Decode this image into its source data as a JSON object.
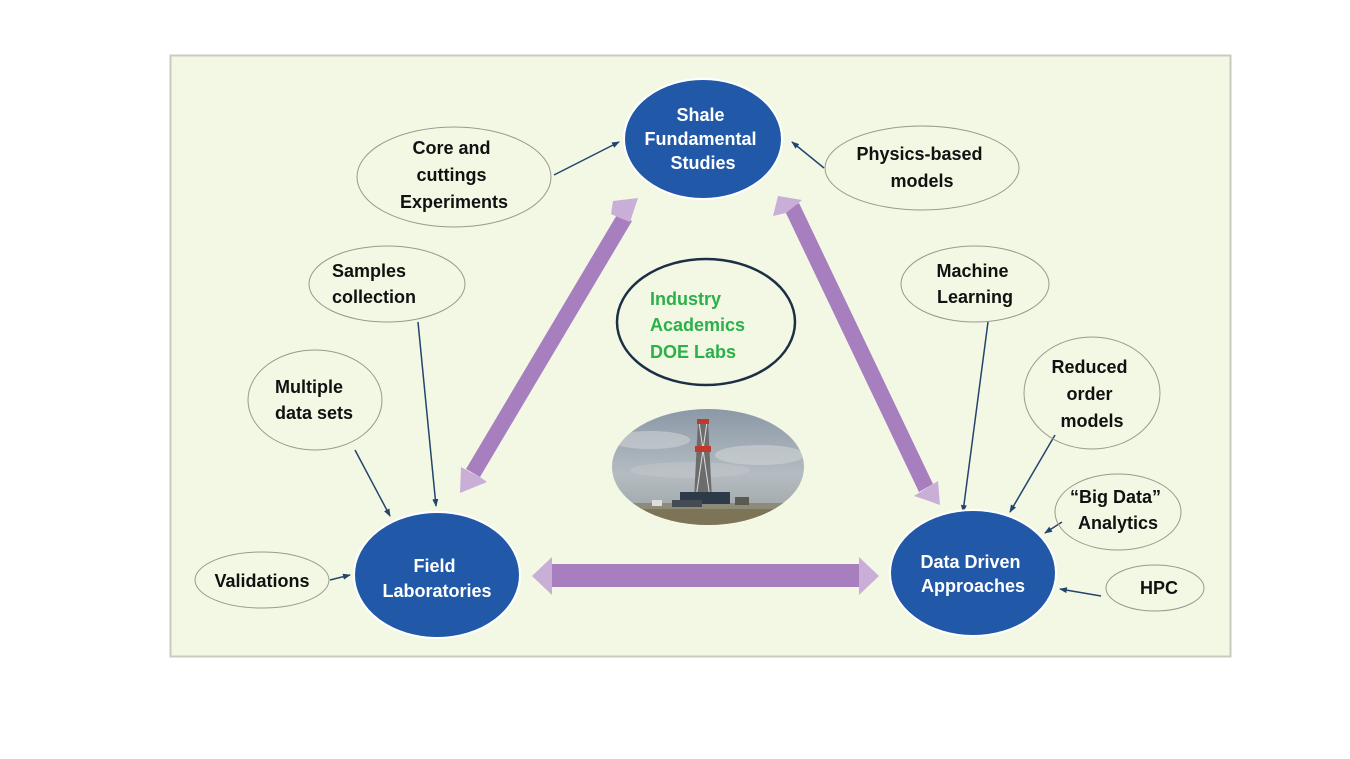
{
  "colors": {
    "panel_bg": "#f3f8e4",
    "panel_border": "#c8cbc0",
    "hub_fill": "#2158a8",
    "hub_outline": "#ffffff",
    "satellite_border": "#9a9a8a",
    "connector": "#24446e",
    "double_arrow_shaft": "#a77fbf",
    "double_arrow_head": "#c9aed8",
    "partner_text": "#2bb04a",
    "partner_border": "#1c2f45"
  },
  "hubs": {
    "shale": {
      "lines": [
        "Shale",
        "Fundamental",
        "Studies"
      ]
    },
    "field": {
      "lines": [
        "Field",
        "Laboratories"
      ]
    },
    "data": {
      "lines": [
        "Data Driven",
        "Approaches"
      ]
    }
  },
  "center": {
    "partners": {
      "lines": [
        "Industry",
        "Academics",
        "DOE Labs"
      ]
    },
    "photo": {
      "subject": "drilling-rig-photo"
    }
  },
  "satellites": {
    "core": {
      "lines": [
        "Core and",
        "cuttings",
        "Experiments"
      ],
      "connects_to": "Shale Fundamental Studies"
    },
    "physics": {
      "lines": [
        "Physics-based",
        "models"
      ],
      "connects_to": "Shale Fundamental Studies"
    },
    "samples": {
      "lines": [
        "Samples",
        "collection"
      ],
      "connects_to": "Field Laboratories"
    },
    "multiple": {
      "lines": [
        "Multiple",
        "data sets"
      ],
      "connects_to": "Field Laboratories"
    },
    "validations": {
      "lines": [
        "Validations"
      ],
      "connects_to": "Field Laboratories"
    },
    "ml": {
      "lines": [
        "Machine",
        "Learning"
      ],
      "connects_to": "Data Driven Approaches"
    },
    "rom": {
      "lines": [
        "Reduced",
        "order",
        "models"
      ],
      "connects_to": "Data Driven Approaches"
    },
    "bigdata": {
      "lines": [
        "“Big Data”",
        "Analytics"
      ],
      "connects_to": "Data Driven Approaches"
    },
    "hpc": {
      "lines": [
        "HPC"
      ],
      "connects_to": "Data Driven Approaches"
    }
  },
  "links": [
    {
      "from": "Shale Fundamental Studies",
      "to": "Field Laboratories",
      "type": "double-arrow"
    },
    {
      "from": "Shale Fundamental Studies",
      "to": "Data Driven Approaches",
      "type": "double-arrow"
    },
    {
      "from": "Field Laboratories",
      "to": "Data Driven Approaches",
      "type": "double-arrow"
    }
  ]
}
